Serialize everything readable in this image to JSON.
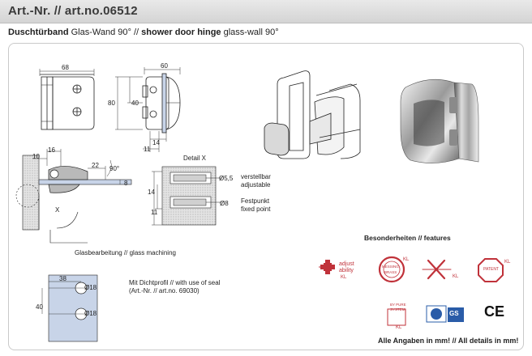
{
  "header": {
    "article_number": "Art.-Nr. // art.no.06512"
  },
  "subtitle": {
    "bold_de": "Duschtürband",
    "text_de": " Glas-Wand 90° // ",
    "bold_en": "shower door hinge",
    "text_en": " glass-wall 90°"
  },
  "drawing": {
    "dims": {
      "w68": "68",
      "w60": "60",
      "h80": "80",
      "h40": "40",
      "d14": "14",
      "d11": "11",
      "d16": "16",
      "d10": "10",
      "d22": "22",
      "d8": "8",
      "d14b": "14",
      "d11b": "11",
      "angle": "90°",
      "x_mark": "X",
      "d38": "38",
      "d40": "40",
      "dia18a": "Ø18",
      "dia18b": "Ø18",
      "dia55": "Ø5,5",
      "dia8": "Ø8"
    },
    "detail_label": "Detail X",
    "adjustable_de": "verstellbar",
    "adjustable_en": "adjustable",
    "fixed_de": "Festpunkt",
    "fixed_en": "fixed point",
    "glass_machining": "Glasbearbeitung // glass machining",
    "seal_line1": "Mit Dichtprofil // with use of seal",
    "seal_line2": "(Art.-Nr. // art.no. 69030)"
  },
  "features": {
    "title": "Besonderheiten // features",
    "icons": [
      {
        "icon": "adjustability-icon",
        "lines": [
          "adjust",
          "ability",
          "KL"
        ]
      },
      {
        "icon": "messing-brass-icon",
        "lines": [
          "MESSING",
          "BRASS",
          "KL"
        ]
      },
      {
        "icon": "tools-icon",
        "lines": [
          "KL"
        ]
      },
      {
        "icon": "patent-icon",
        "lines": [
          "PATENT",
          "KL"
        ]
      },
      {
        "icon": "pure-system-icon",
        "lines": [
          "BY PURE",
          "SYSTEM",
          "KL"
        ]
      },
      {
        "icon": "gs-certification-icon",
        "lines": [
          "GS"
        ]
      },
      {
        "icon": "ce-mark-icon",
        "lines": [
          "CE"
        ]
      }
    ],
    "accent_color": "#c0323a"
  },
  "footer": {
    "note": "Alle Angaben in mm! // All details in mm!"
  }
}
